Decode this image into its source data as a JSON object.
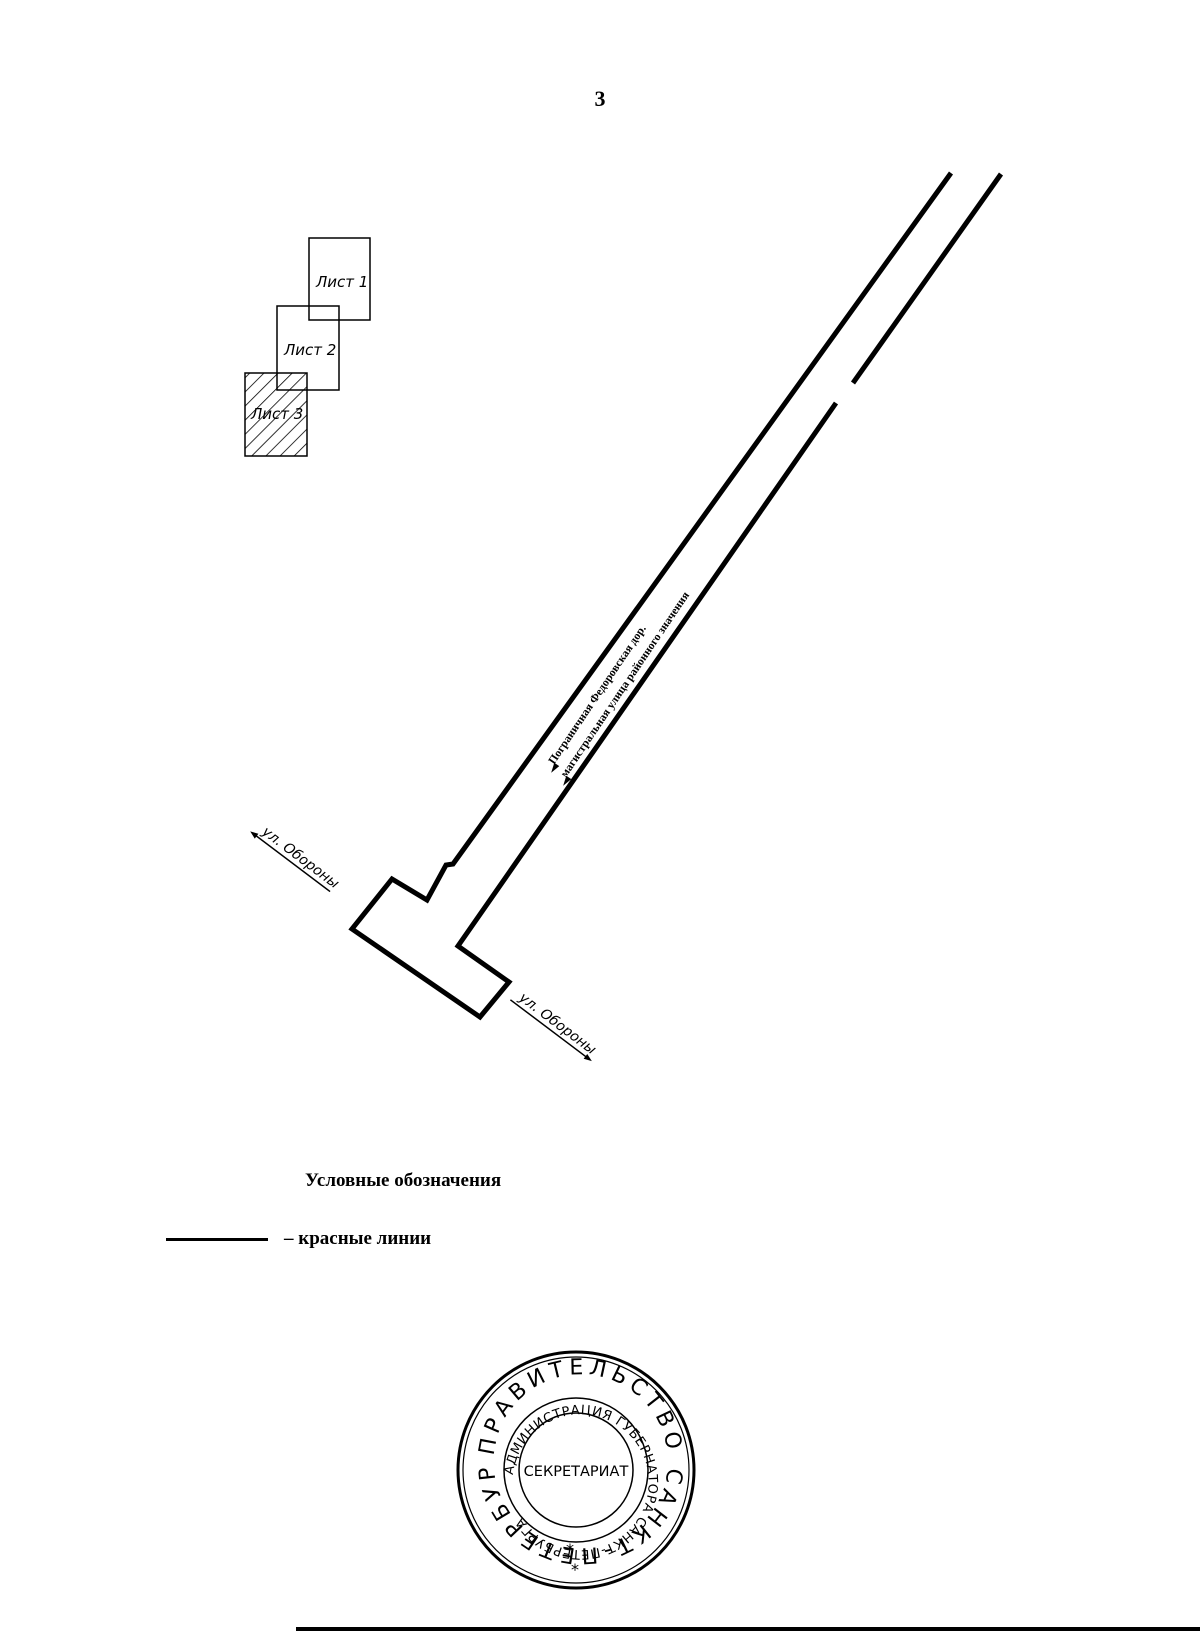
{
  "page": {
    "number": "3"
  },
  "key_map": {
    "sheets": [
      {
        "label": "Лист 1",
        "hatched": false
      },
      {
        "label": "Лист 2",
        "hatched": false
      },
      {
        "label": "Лист 3",
        "hatched": true
      }
    ]
  },
  "streets": {
    "left_label": "ул. Обороны",
    "right_label": "ул. Обороны",
    "road_label_line1": "Пограничная Федоровская дор.",
    "road_label_line2": "магистральная улица районного значения"
  },
  "legend": {
    "title": "Условные обозначения",
    "item": "– красные линии",
    "line_color": "#000000"
  },
  "seal": {
    "outer_text": "ПРАВИТЕЛЬСТВО САНКТ-ПЕТЕРБУРГА",
    "inner_text": "АДМИНИСТРАЦИЯ ГУБЕРНАТОРА САНКТ-ПЕТЕРБУРГА",
    "center_text": "СЕКРЕТАРИАТ"
  }
}
